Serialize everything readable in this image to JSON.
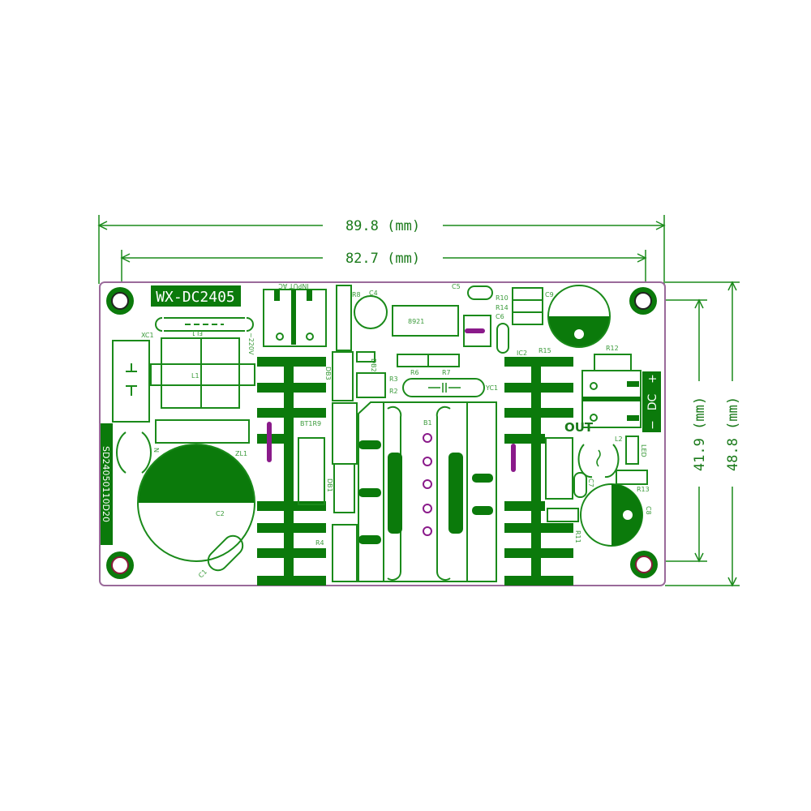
{
  "board": {
    "model": "WX-DC2405",
    "serial": "SD24050110D20",
    "input_label": "INPUT AC",
    "voltage_label": "~220V",
    "output_label": "OUT",
    "dc_label": "DC",
    "dc_plus": "+",
    "dc_minus": "−",
    "colors": {
      "copper": "#0b7a0b",
      "outline": "#1a8a1a",
      "jumper": "#8a1a8a",
      "board_edge": "#9a6a9a"
    }
  },
  "dimensions": {
    "overall_width": "89.8 (mm)",
    "hole_spacing_x": "82.7 (mm)",
    "hole_spacing_y": "41.9 (mm)",
    "overall_height": "48.8 (mm)"
  },
  "components": {
    "xc1": "XC1",
    "fl1": "FL1",
    "l1": "L1",
    "zl1": "ZL1",
    "c2": "C2",
    "c1": "C1",
    "n": "N",
    "r8": "R8",
    "c4": "C4",
    "ic": "8921",
    "c5": "C5",
    "r10": "R10",
    "r14": "R14",
    "c6": "C6",
    "c9": "C9",
    "ic2": "IC2",
    "r15": "R15",
    "r12": "R12",
    "r6": "R6",
    "r7": "R7",
    "r3": "R3",
    "r2": "R2",
    "yc1": "YC1",
    "bt1r9": "BT1R9",
    "b1": "B1",
    "r4": "R4",
    "l2": "L2",
    "led": "LED",
    "r13": "R13",
    "c8": "C8",
    "r11": "R11",
    "c7": "C7",
    "db3": "DB3",
    "db2": "DB2",
    "db1": "DB1"
  }
}
